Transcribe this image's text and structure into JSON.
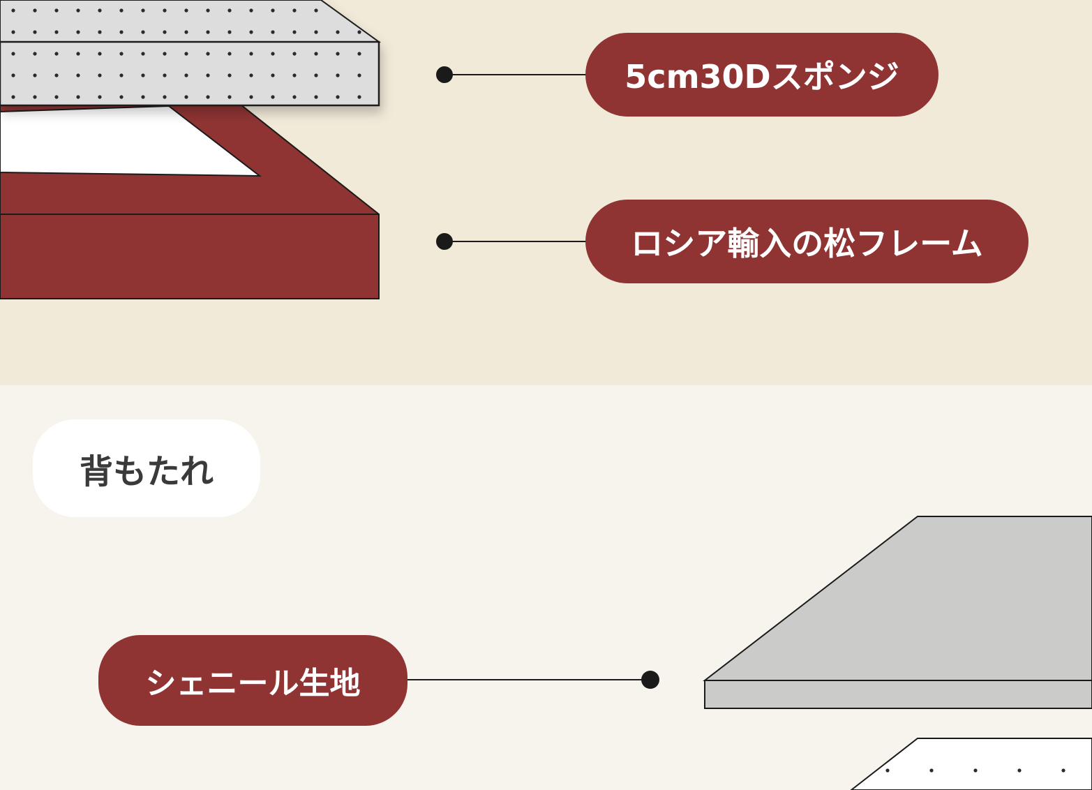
{
  "colors": {
    "accent": "#8f3433",
    "top_background": "#f2ead9",
    "bottom_background": "#f6f4ec",
    "sponge": "#dcdddc",
    "fabric": "#cbcbca",
    "line": "#1a1a1a"
  },
  "seat_section": {
    "labels": {
      "sponge": "5cm30Dスポンジ",
      "frame": "ロシア輸入の松フレーム"
    }
  },
  "backrest_section": {
    "title": "背もたれ",
    "labels": {
      "fabric": "シェニール生地"
    }
  }
}
